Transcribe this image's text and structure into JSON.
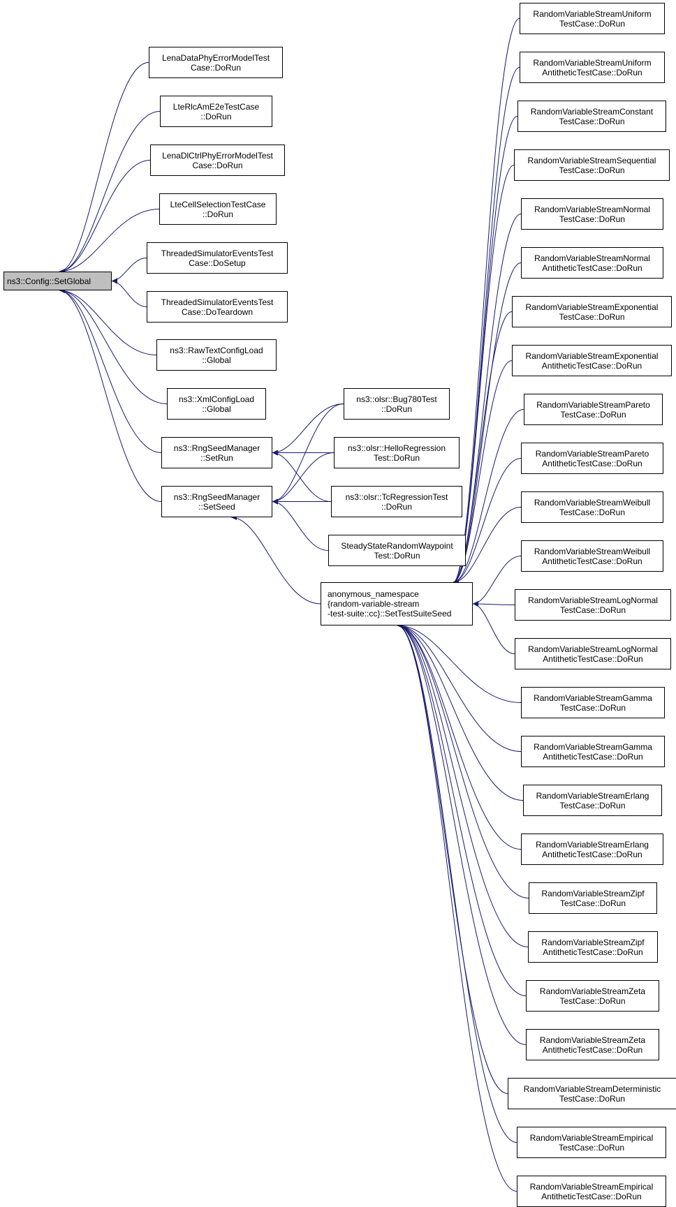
{
  "graph": {
    "root": {
      "id": "n0",
      "lines": [
        "ns3::Config::SetGlobal"
      ]
    },
    "nodes": [
      {
        "id": "n1",
        "lines": [
          "LenaDataPhyErrorModelTest",
          "Case::DoRun"
        ]
      },
      {
        "id": "n2",
        "lines": [
          "LteRlcAmE2eTestCase",
          "::DoRun"
        ]
      },
      {
        "id": "n3",
        "lines": [
          "LenaDlCtrlPhyErrorModelTest",
          "Case::DoRun"
        ]
      },
      {
        "id": "n4",
        "lines": [
          "LteCellSelectionTestCase",
          "::DoRun"
        ]
      },
      {
        "id": "n5",
        "lines": [
          "ThreadedSimulatorEventsTest",
          "Case::DoSetup"
        ]
      },
      {
        "id": "n6",
        "lines": [
          "ThreadedSimulatorEventsTest",
          "Case::DoTeardown"
        ]
      },
      {
        "id": "n7",
        "lines": [
          "ns3::RawTextConfigLoad",
          "::Global"
        ]
      },
      {
        "id": "n8",
        "lines": [
          "ns3::XmlConfigLoad",
          "::Global"
        ]
      },
      {
        "id": "n9",
        "lines": [
          "ns3::RngSeedManager",
          "::SetRun"
        ]
      },
      {
        "id": "n10",
        "lines": [
          "ns3::RngSeedManager",
          "::SetSeed"
        ]
      },
      {
        "id": "n11",
        "lines": [
          "ns3::olsr::Bug780Test",
          "::DoRun"
        ]
      },
      {
        "id": "n12",
        "lines": [
          "ns3::olsr::HelloRegression",
          "Test::DoRun"
        ]
      },
      {
        "id": "n13",
        "lines": [
          "ns3::olsr::TcRegressionTest",
          "::DoRun"
        ]
      },
      {
        "id": "n14",
        "lines": [
          "SteadyStateRandomWaypoint",
          "Test::DoRun"
        ]
      },
      {
        "id": "n15",
        "lines": [
          "anonymous_namespace",
          "{random-variable-stream",
          "-test-suite::cc}::SetTestSuiteSeed"
        ]
      },
      {
        "id": "r0",
        "lines": [
          "RandomVariableStreamUniform",
          "TestCase::DoRun"
        ]
      },
      {
        "id": "r1",
        "lines": [
          "RandomVariableStreamUniform",
          "AntitheticTestCase::DoRun"
        ]
      },
      {
        "id": "r2",
        "lines": [
          "RandomVariableStreamConstant",
          "TestCase::DoRun"
        ]
      },
      {
        "id": "r3",
        "lines": [
          "RandomVariableStreamSequential",
          "TestCase::DoRun"
        ]
      },
      {
        "id": "r4",
        "lines": [
          "RandomVariableStreamNormal",
          "TestCase::DoRun"
        ]
      },
      {
        "id": "r5",
        "lines": [
          "RandomVariableStreamNormal",
          "AntitheticTestCase::DoRun"
        ]
      },
      {
        "id": "r6",
        "lines": [
          "RandomVariableStreamExponential",
          "TestCase::DoRun"
        ]
      },
      {
        "id": "r7",
        "lines": [
          "RandomVariableStreamExponential",
          "AntitheticTestCase::DoRun"
        ]
      },
      {
        "id": "r8",
        "lines": [
          "RandomVariableStreamPareto",
          "TestCase::DoRun"
        ]
      },
      {
        "id": "r9",
        "lines": [
          "RandomVariableStreamPareto",
          "AntitheticTestCase::DoRun"
        ]
      },
      {
        "id": "r10",
        "lines": [
          "RandomVariableStreamWeibull",
          "TestCase::DoRun"
        ]
      },
      {
        "id": "r11",
        "lines": [
          "RandomVariableStreamWeibull",
          "AntitheticTestCase::DoRun"
        ]
      },
      {
        "id": "r12",
        "lines": [
          "RandomVariableStreamLogNormal",
          "TestCase::DoRun"
        ]
      },
      {
        "id": "r13",
        "lines": [
          "RandomVariableStreamLogNormal",
          "AntitheticTestCase::DoRun"
        ]
      },
      {
        "id": "r14",
        "lines": [
          "RandomVariableStreamGamma",
          "TestCase::DoRun"
        ]
      },
      {
        "id": "r15",
        "lines": [
          "RandomVariableStreamGamma",
          "AntitheticTestCase::DoRun"
        ]
      },
      {
        "id": "r16",
        "lines": [
          "RandomVariableStreamErlang",
          "TestCase::DoRun"
        ]
      },
      {
        "id": "r17",
        "lines": [
          "RandomVariableStreamErlang",
          "AntitheticTestCase::DoRun"
        ]
      },
      {
        "id": "r18",
        "lines": [
          "RandomVariableStreamZipf",
          "TestCase::DoRun"
        ]
      },
      {
        "id": "r19",
        "lines": [
          "RandomVariableStreamZipf",
          "AntitheticTestCase::DoRun"
        ]
      },
      {
        "id": "r20",
        "lines": [
          "RandomVariableStreamZeta",
          "TestCase::DoRun"
        ]
      },
      {
        "id": "r21",
        "lines": [
          "RandomVariableStreamZeta",
          "AntitheticTestCase::DoRun"
        ]
      },
      {
        "id": "r22",
        "lines": [
          "RandomVariableStreamDeterministic",
          "TestCase::DoRun"
        ]
      },
      {
        "id": "r23",
        "lines": [
          "RandomVariableStreamEmpirical",
          "TestCase::DoRun"
        ]
      },
      {
        "id": "r24",
        "lines": [
          "RandomVariableStreamEmpirical",
          "AntitheticTestCase::DoRun"
        ]
      }
    ],
    "edges": [
      [
        "n1",
        "n0"
      ],
      [
        "n2",
        "n0"
      ],
      [
        "n3",
        "n0"
      ],
      [
        "n4",
        "n0"
      ],
      [
        "n5",
        "n0"
      ],
      [
        "n6",
        "n0"
      ],
      [
        "n7",
        "n0"
      ],
      [
        "n8",
        "n0"
      ],
      [
        "n9",
        "n0"
      ],
      [
        "n10",
        "n0"
      ],
      [
        "n11",
        "n9"
      ],
      [
        "n12",
        "n9"
      ],
      [
        "n13",
        "n9"
      ],
      [
        "n11",
        "n10"
      ],
      [
        "n12",
        "n10"
      ],
      [
        "n13",
        "n10"
      ],
      [
        "n14",
        "n10"
      ],
      [
        "n15",
        "n10"
      ],
      [
        "r0",
        "n15"
      ],
      [
        "r1",
        "n15"
      ],
      [
        "r2",
        "n15"
      ],
      [
        "r3",
        "n15"
      ],
      [
        "r4",
        "n15"
      ],
      [
        "r5",
        "n15"
      ],
      [
        "r6",
        "n15"
      ],
      [
        "r7",
        "n15"
      ],
      [
        "r8",
        "n15"
      ],
      [
        "r9",
        "n15"
      ],
      [
        "r10",
        "n15"
      ],
      [
        "r11",
        "n15"
      ],
      [
        "r12",
        "n15"
      ],
      [
        "r13",
        "n15"
      ],
      [
        "r14",
        "n15"
      ],
      [
        "r15",
        "n15"
      ],
      [
        "r16",
        "n15"
      ],
      [
        "r17",
        "n15"
      ],
      [
        "r18",
        "n15"
      ],
      [
        "r19",
        "n15"
      ],
      [
        "r20",
        "n15"
      ],
      [
        "r21",
        "n15"
      ],
      [
        "r22",
        "n15"
      ],
      [
        "r23",
        "n15"
      ],
      [
        "r24",
        "n15"
      ]
    ],
    "colors": {
      "edge": "#191970",
      "root_fill": "#bfbfbf",
      "node_fill": "#ffffff",
      "border": "#000000"
    }
  }
}
